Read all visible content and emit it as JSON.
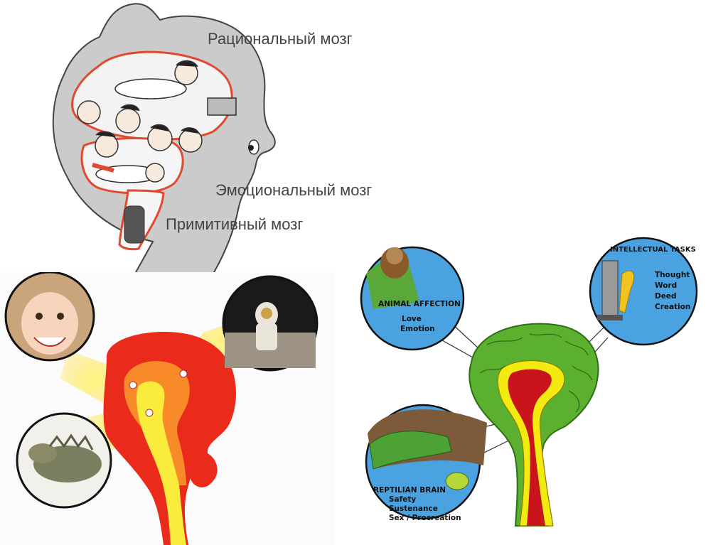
{
  "top_diagram": {
    "labels": {
      "rational": "Рациональный мозг",
      "emotional": "Эмоциональный мозг",
      "primitive": "Примитивный мозг"
    }
  },
  "triune_diagram": {
    "animal_affection": {
      "title": "ANIMAL AFFECTION",
      "items": [
        "Love",
        "Emotion"
      ]
    },
    "intellectual_tasks": {
      "title": "INTELLECTUAL TASKS",
      "items": [
        "Thought",
        "Word",
        "Deed",
        "Creation"
      ]
    },
    "reptilian_brain": {
      "title": "REPTILIAN BRAIN",
      "items": [
        "Safety",
        "Sustenance",
        "Sex / Procreation"
      ]
    }
  },
  "colors": {
    "neocortex": "#5cb030",
    "limbic": "#f2ea10",
    "reptilian": "#c8141a",
    "circle_bg": "#4aa3e0",
    "cartoon_head": "#c8c8c8",
    "cartoon_outline": "#e04a2e"
  }
}
